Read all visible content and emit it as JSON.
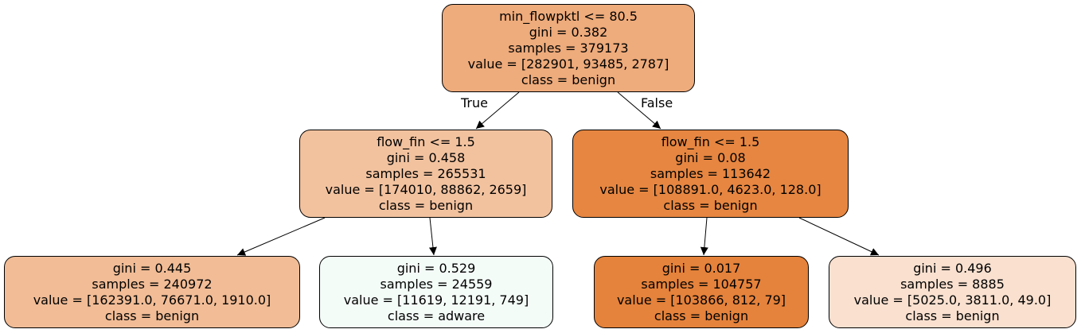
{
  "nodes": {
    "root": {
      "split": "min_flowpktl <= 80.5",
      "gini": "gini = 0.382",
      "samples": "samples = 379173",
      "value": "value = [282901, 93485, 2787]",
      "class": "class = benign",
      "fill": "#eeab7b"
    },
    "left": {
      "split": "flow_fin <= 1.5",
      "gini": "gini = 0.458",
      "samples": "samples = 265531",
      "value": "value = [174010, 88862, 2659]",
      "class": "class = benign",
      "fill": "#f2c29f"
    },
    "right": {
      "split": "flow_fin <= 1.5",
      "gini": "gini = 0.08",
      "samples": "samples = 113642",
      "value": "value = [108891.0, 4623.0, 128.0]",
      "class": "class = benign",
      "fill": "#e68641"
    },
    "left_left": {
      "gini": "gini = 0.445",
      "samples": "samples = 240972",
      "value": "value = [162391.0, 76671.0, 1910.0]",
      "class": "class = benign",
      "fill": "#f1bc96"
    },
    "left_right": {
      "gini": "gini = 0.529",
      "samples": "samples = 24559",
      "value": "value = [11619, 12191, 749]",
      "class": "class = adware",
      "fill": "#f4fcf8"
    },
    "right_left": {
      "gini": "gini = 0.017",
      "samples": "samples = 104757",
      "value": "value = [103866, 812, 79]",
      "class": "class = benign",
      "fill": "#e5823b"
    },
    "right_right": {
      "gini": "gini = 0.496",
      "samples": "samples = 8885",
      "value": "value = [5025.0, 3811.0, 49.0]",
      "class": "class = benign",
      "fill": "#f9e0cf"
    }
  },
  "edges": {
    "true_label": "True",
    "false_label": "False"
  }
}
